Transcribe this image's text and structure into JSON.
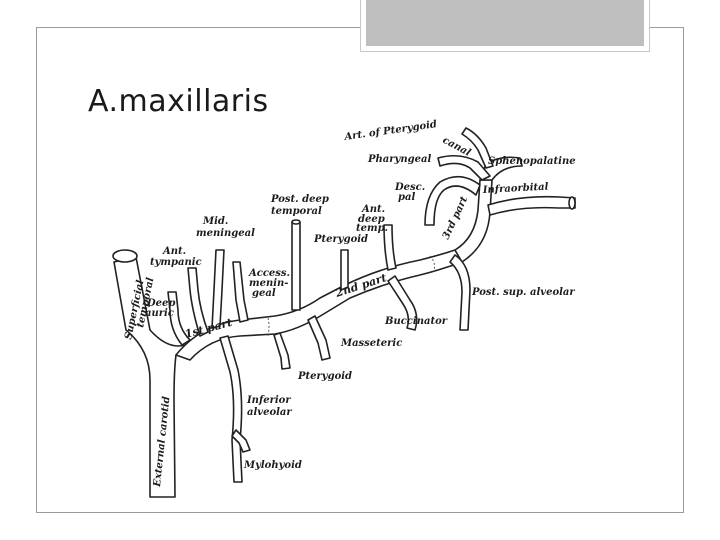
{
  "slide": {
    "title": "A.maxillaris"
  },
  "diagram": {
    "labels": {
      "art_pterygoid_canal_1": "Art. of Pterygoid",
      "art_pterygoid_canal_2": "canal",
      "pharyngeal": "Pharyngeal",
      "sphenopalatine": "Sphenopalatine",
      "infraorbital": "Infraorbital",
      "desc_pal_1": "Desc.",
      "desc_pal_2": "pal",
      "third_part": "3rd part",
      "post_deep_temporal_1": "Post. deep",
      "post_deep_temporal_2": "temporal",
      "ant_deep_temp_1": "Ant.",
      "ant_deep_temp_2": "deep",
      "ant_deep_temp_3": "temp.",
      "pterygoid_upper": "Pterygoid",
      "mid_meningeal_1": "Mid.",
      "mid_meningeal_2": "meningeal",
      "ant_tympanic_1": "Ant.",
      "ant_tympanic_2": "tympanic",
      "access_meningeal_1": "Access.",
      "access_meningeal_2": "menin-",
      "access_meningeal_3": "geal",
      "second_part": "2nd part",
      "superficial_temporal_1": "Superficial",
      "superficial_temporal_2": "temporal",
      "deep_auric_1": "Deep",
      "deep_auric_2": "auric",
      "first_part": "1st part",
      "post_sup_alveolar": "Post. sup. alveolar",
      "buccinator": "Buccinator",
      "masseteric": "Masseteric",
      "pterygoid_lower": "Pterygoid",
      "inferior_alveolar_1": "Inferior",
      "inferior_alveolar_2": "alveolar",
      "external_carotid": "External carotid",
      "mylohyoid": "Mylohyoid"
    }
  }
}
